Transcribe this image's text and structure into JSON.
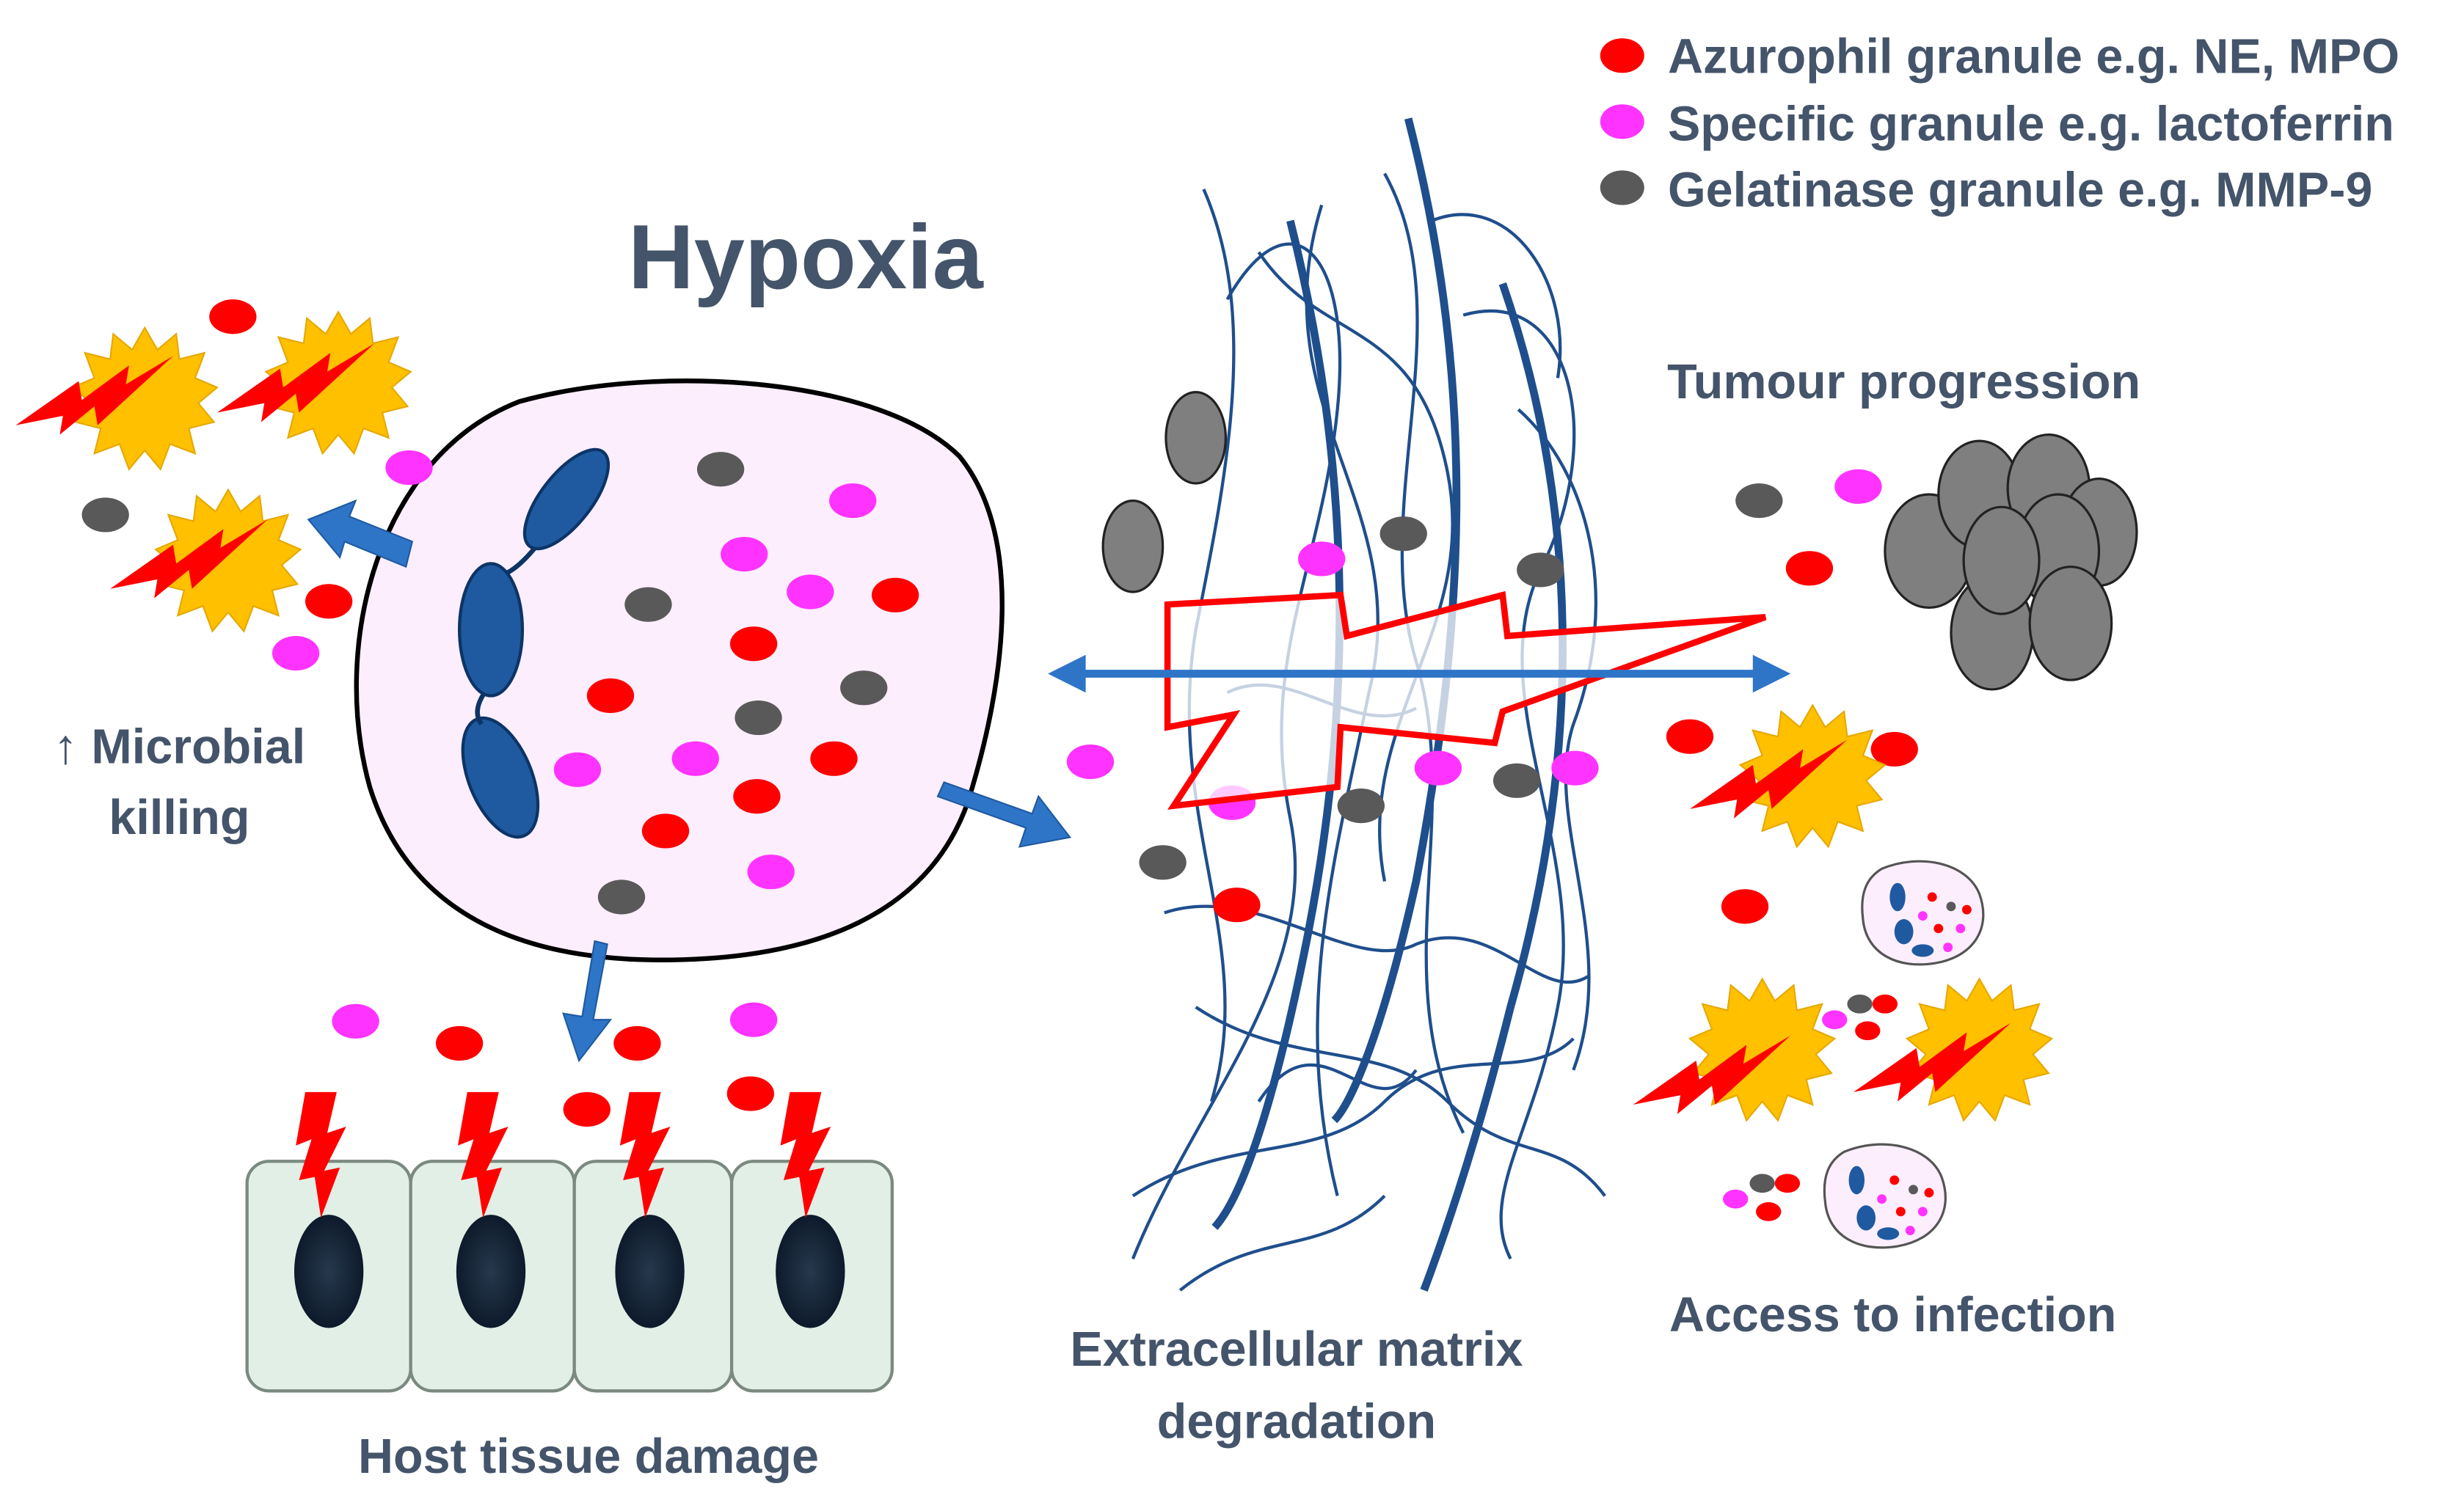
{
  "title": "Hypoxia",
  "legend": {
    "items": [
      {
        "label": "Azurophil granule e.g. NE, MPO",
        "color": "#ff0000"
      },
      {
        "label": "Specific granule e.g. lactoferrin",
        "color": "#ff33ff"
      },
      {
        "label": "Gelatinase granule e.g. MMP-9",
        "color": "#595959"
      }
    ]
  },
  "labels": {
    "microbial_killing_line1": "↑ Microbial",
    "microbial_killing_line2": "killing",
    "host_damage": "Host tissue damage",
    "ecm_line1": "Extracellular matrix",
    "ecm_line2": "degradation",
    "tumour": "Tumour progression",
    "infection": "Access to infection"
  },
  "colors": {
    "text": "#44546a",
    "azurophil": "#ff0000",
    "specific": "#ff33ff",
    "gelatinase": "#595959",
    "neutrophil_fill": "#fdeefe",
    "nucleus": "#1f5aa0",
    "arrow": "#2e75c8",
    "fibre": "#1f4e8c",
    "bacteria": "#ffc000",
    "epithelium": "#e2efe6",
    "tumour": "#7f7f7f"
  },
  "icons": [
    "neutrophil-cell",
    "bacterium-icon",
    "lightning-bolt-icon",
    "tumour-cell-cluster",
    "epithelial-cell"
  ]
}
